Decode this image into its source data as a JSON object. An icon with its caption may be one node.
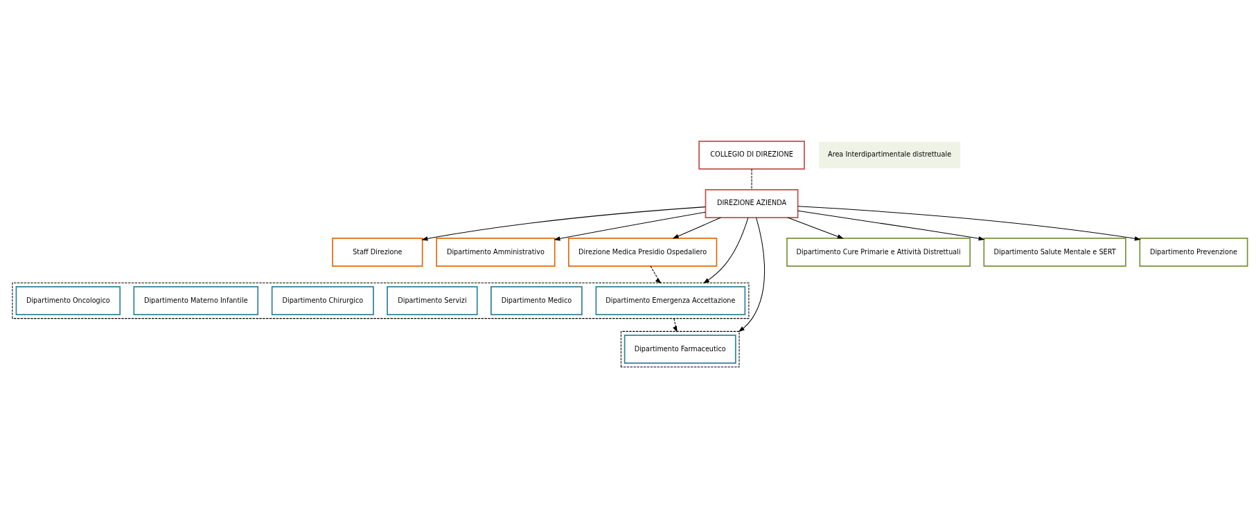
{
  "diagram": {
    "nodes": [
      {
        "text": [
          "DIREZIONE AZIENDA"
        ]
      },
      {
        "text": [
          "COLLEGIO DI DIREZIONE"
        ]
      },
      {
        "text": [
          "Staff Direzione"
        ]
      },
      {
        "text": [
          "Dipartimento Amministrativo"
        ]
      },
      {
        "text": [
          "Direzione Medica Presidio Ospedaliero"
        ]
      },
      {
        "text": [],
        "shape": "box"
      },
      {
        "text": [
          "Dipartimento Emergenza Accettazione"
        ],
        "in": 5
      },
      {
        "text": [
          "Dipartimento Medico"
        ],
        "in": 5
      },
      {
        "text": [
          "Dipartimento Servizi"
        ],
        "in": 5
      },
      {
        "text": [
          "Dipartimento Chirurgico"
        ],
        "in": 5
      },
      {
        "text": [
          "Dipartimento Materno Infantile"
        ],
        "in": 5
      },
      {
        "text": [
          "Dipartimento Oncologico"
        ],
        "in": 5
      },
      {
        "text": [],
        "shape": "box"
      },
      {
        "text": [
          "Dipartimento Farmaceutico"
        ],
        "in": 12
      },
      {
        "text": [
          "Dipartimento Cure Primarie e Attività Distrettuali"
        ]
      },
      {
        "text": [
          "Area Interdipartimentale distrettuale"
        ]
      },
      {
        "text": [
          "Dipartimento Salute Mentale e SERT"
        ]
      },
      {
        "text": [
          "Dipartimento Prevenzione"
        ]
      }
    ],
    "edges": [
      {
        "from": 0,
        "to": 2,
        "arrow": "to"
      },
      {
        "from": 0,
        "to": 3,
        "arrow": "to"
      },
      {
        "from": 1,
        "to": 0,
        "arrow": "none",
        "style": "dashed"
      },
      {
        "from": 0,
        "to": 4,
        "arrow": "to"
      },
      {
        "from": 0,
        "to": 5,
        "arrow": "to"
      },
      {
        "from": 0,
        "to": 12,
        "arrow": "to"
      },
      {
        "from": 0,
        "to": 14,
        "arrow": "to"
      },
      {
        "from": 0,
        "to": 16,
        "arrow": "to"
      },
      {
        "from": 0,
        "to": 17,
        "arrow": "to"
      },
      {
        "from": 4,
        "to": 5,
        "arrow": "to",
        "style": "dashed"
      },
      {
        "from": 5,
        "to": 12,
        "arrow": "to",
        "style": "dashed"
      }
    ]
  }
}
